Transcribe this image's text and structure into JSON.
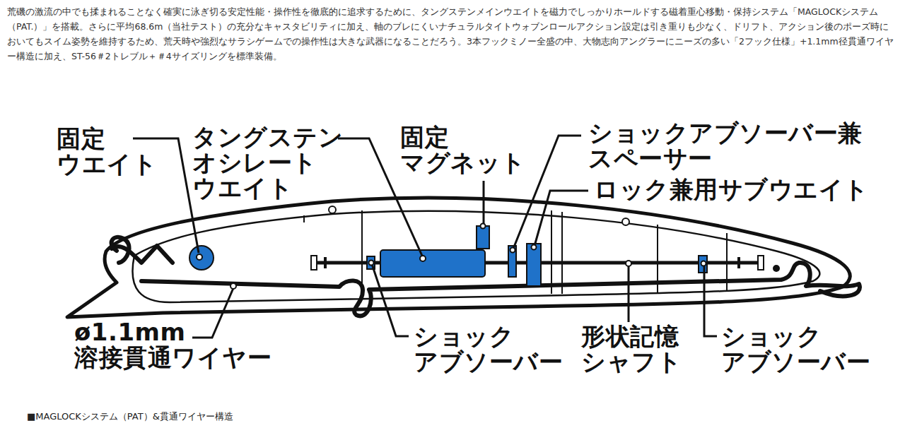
{
  "diagram": {
    "caption": "■MAGLOCKシステム（PAT）&貫通ワイヤー構造",
    "labels": [
      "荒磯の激流の中でも揉まれることなく確実に泳ぎ切る安定性能・操作性を徹底的に追求するために、タングステンメインウエイトを磁力でしっかりホールドする磁着重心移動・保持システム「MAGLOCKシステム（PAT.）」を搭載。さらに平均68.6m（当社テスト）の充分なキャスタビリティに加え、軸のブレにくいナチュラルタイトウォブンロールアクション設定は引き重りも少なく、ドリフト、アクション後のポーズ時においてもスイム姿勢を維持するため、荒天時や強烈なサラシゲームでの操作性は大きな武器になることだろう。3本フックミノー全盛の中、大物志向アングラーにニーズの多い「2フック仕様」+1.1mm径貫通ワイヤー構造に加え、ST-56＃2トレブル＋＃4サイズリングを標準装備。",
      "固定 ウエイト",
      "タングステン オシレート ウエイト",
      "固定 マグネット",
      "ショックアブソーバー兼 スペーサー",
      "ロック兼用サブウエイト",
      "ø1.1mm 溶接貫通ワイヤー",
      "ショック アブソーバー",
      "形状記憶 シャフト",
      "ショック アブソーバー"
    ]
  }
}
